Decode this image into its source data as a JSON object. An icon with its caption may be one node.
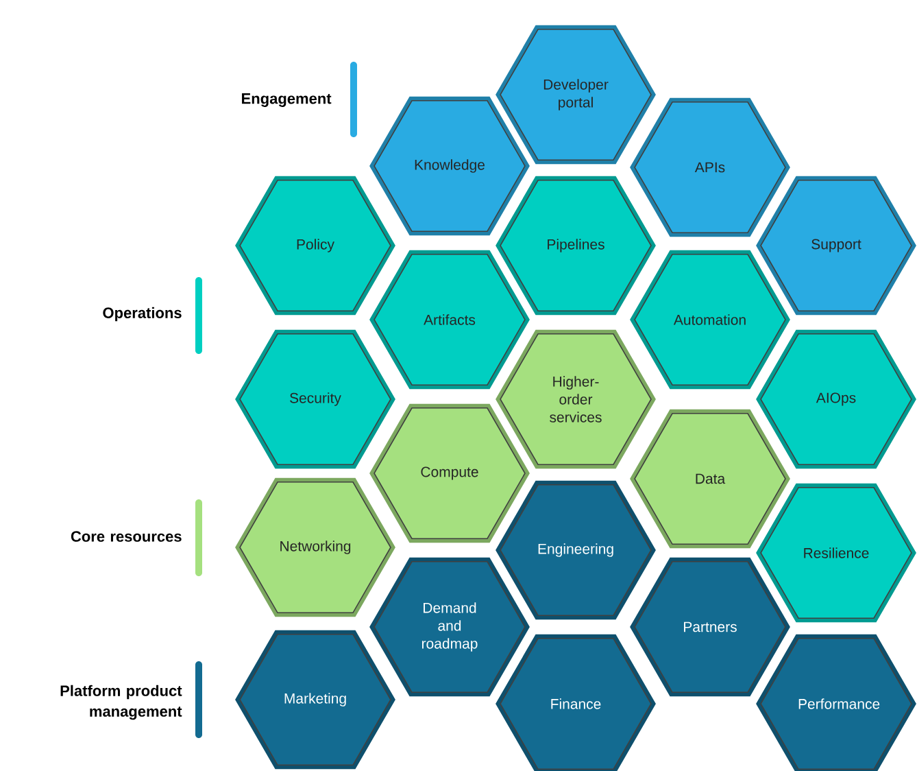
{
  "diagram": {
    "nodes": [
      {
        "text": [
          "Developer portal"
        ]
      },
      {
        "text": [
          "Knowledge"
        ]
      },
      {
        "text": [
          "APIs"
        ]
      },
      {
        "text": [
          "Policy"
        ]
      },
      {
        "text": [
          "Pipelines"
        ]
      },
      {
        "text": [
          "Support"
        ]
      },
      {
        "text": [
          "Artifacts"
        ]
      },
      {
        "text": [
          "Automation"
        ]
      },
      {
        "text": [
          "Security"
        ]
      },
      {
        "text": [
          "Higher-order services"
        ]
      },
      {
        "text": [
          "AIOps"
        ]
      },
      {
        "text": [
          "Compute"
        ]
      },
      {
        "text": [
          "Data"
        ]
      },
      {
        "text": [
          "Networking"
        ]
      },
      {
        "text": [
          "Engineering"
        ]
      },
      {
        "text": [
          "Resilience"
        ]
      },
      {
        "text": [
          "Demand and roadmap"
        ]
      },
      {
        "text": [
          "Partners"
        ]
      },
      {
        "text": [
          "Marketing"
        ]
      },
      {
        "text": [
          "Finance"
        ]
      },
      {
        "text": [
          "Performance"
        ]
      }
    ],
    "legend": [
      {
        "text": "Engagement",
        "color": "#29abe2"
      },
      {
        "text": "Operations",
        "color": "#00cfc1"
      },
      {
        "text": "Core resources",
        "color": "#a5e07f"
      },
      {
        "text": "Platform product management",
        "color": "#136b91"
      }
    ]
  }
}
